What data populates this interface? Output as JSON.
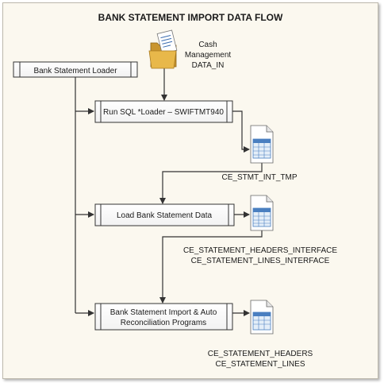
{
  "title": "BANK STATEMENT IMPORT DATA FLOW",
  "processes": {
    "loader": "Bank Statement Loader",
    "sqlloader": "Run SQL *Loader – SWIFTMT940",
    "load_data": "Load Bank Statement Data",
    "import_line1": "Bank Statement Import & Auto",
    "import_line2": "Reconciliation Programs"
  },
  "files": {
    "data_in_line1": "Cash",
    "data_in_line2": "Management",
    "data_in_line3": "DATA_IN",
    "tmp": "CE_STMT_INT_TMP",
    "interface_line1": "CE_STATEMENT_HEADERS_INTERFACE",
    "interface_line2": "CE_STATEMENT_LINES_INTERFACE",
    "final_line1": "CE_STATEMENT_HEADERS",
    "final_line2": "CE_STATEMENT_LINES"
  },
  "colors": {
    "box_fill": "#ffffff",
    "box_stroke": "#333333",
    "line": "#333333",
    "folder": "#e8b84a",
    "sheet_header": "#4a7fc0",
    "text": "#1a1a1a"
  }
}
